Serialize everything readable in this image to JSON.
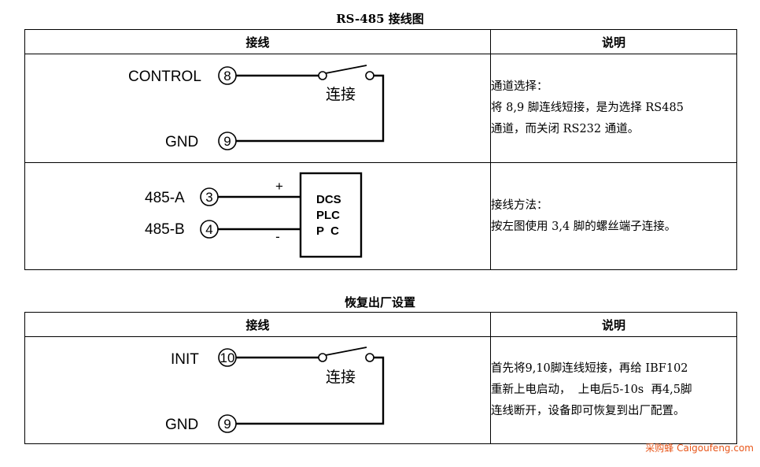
{
  "section1": {
    "title": "RS-485 接线图",
    "col_wiring": "接线",
    "col_desc": "说明",
    "row1": {
      "top_label": "CONTROL",
      "top_pin": "8",
      "bottom_label": "GND",
      "bottom_pin": "9",
      "switch_label": "连接",
      "desc": [
        "通道选择：",
        "将 8,9 脚连线短接，是为选择 RS485",
        "通道，而关闭 RS232 通道。"
      ]
    },
    "row2": {
      "top_label": "485-A",
      "top_pin": "3",
      "bottom_label": "485-B",
      "bottom_pin": "4",
      "plus": "+",
      "minus": "-",
      "box_lines": [
        "DCS",
        "PLC",
        "P  C"
      ],
      "desc": [
        "接线方法：",
        "按左图使用 3,4 脚的螺丝端子连接。"
      ]
    }
  },
  "section2": {
    "title": "恢复出厂设置",
    "col_wiring": "接线",
    "col_desc": "说明",
    "row1": {
      "top_label": "INIT",
      "top_pin": "10",
      "bottom_label": "GND",
      "bottom_pin": "9",
      "switch_label": "连接",
      "desc": [
        "首先将9,10脚连线短接，再给 IBF102",
        "重新上电启动，  上电后5-10s  再4,5脚",
        "连线断开，设备即可恢复到出厂配置。"
      ]
    }
  },
  "watermark": "采购蜂 Caigoufeng.com"
}
